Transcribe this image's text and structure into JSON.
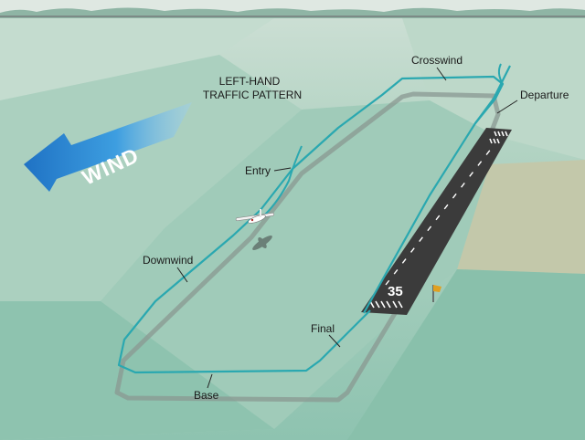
{
  "diagram": {
    "title_line1": "LEFT-HAND",
    "title_line2": "TRAFFIC PATTERN",
    "wind_label": "WIND",
    "runway_number": "35",
    "legs": {
      "crosswind": "Crosswind",
      "departure": "Departure",
      "entry": "Entry",
      "downwind": "Downwind",
      "final": "Final",
      "base": "Base"
    }
  },
  "colors": {
    "sky": "#c9dcd2",
    "ground_light": "#b9d6c6",
    "ground_mid": "#9ccab8",
    "ground_dark": "#7db9a4",
    "field_tan": "#c9ccae",
    "runway": "#3c3c3c",
    "path": "#2aa8b0",
    "shadow": "#8c9c94",
    "wind_arrow": "#2f8fd4"
  }
}
